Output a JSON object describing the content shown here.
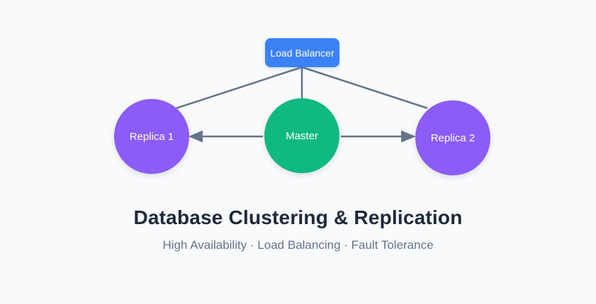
{
  "diagram": {
    "nodes": {
      "load_balancer": {
        "label": "Load Balancer",
        "shape": "rounded-rect",
        "color": "#3b82f6",
        "text_color": "#ffffff"
      },
      "replica1": {
        "label": "Replica 1",
        "shape": "circle",
        "color": "#8b5cf6",
        "text_color": "#ffffff"
      },
      "master": {
        "label": "Master",
        "shape": "circle",
        "color": "#10b981",
        "text_color": "#ffffff"
      },
      "replica2": {
        "label": "Replica 2",
        "shape": "circle",
        "color": "#8b5cf6",
        "text_color": "#ffffff"
      }
    },
    "edges": [
      {
        "from": "load_balancer",
        "to": "replica1",
        "type": "line"
      },
      {
        "from": "load_balancer",
        "to": "master",
        "type": "line"
      },
      {
        "from": "load_balancer",
        "to": "replica2",
        "type": "line"
      },
      {
        "from": "master",
        "to": "replica1",
        "type": "arrow"
      },
      {
        "from": "master",
        "to": "replica2",
        "type": "arrow"
      }
    ],
    "connector_color": "#64748b"
  },
  "caption": {
    "title": "Database Clustering & Replication",
    "subtitle": "High Availability · Load Balancing · Fault Tolerance"
  },
  "colors": {
    "background": "#f8fafc",
    "title_text": "#1e293b",
    "subtitle_text": "#64748b"
  }
}
